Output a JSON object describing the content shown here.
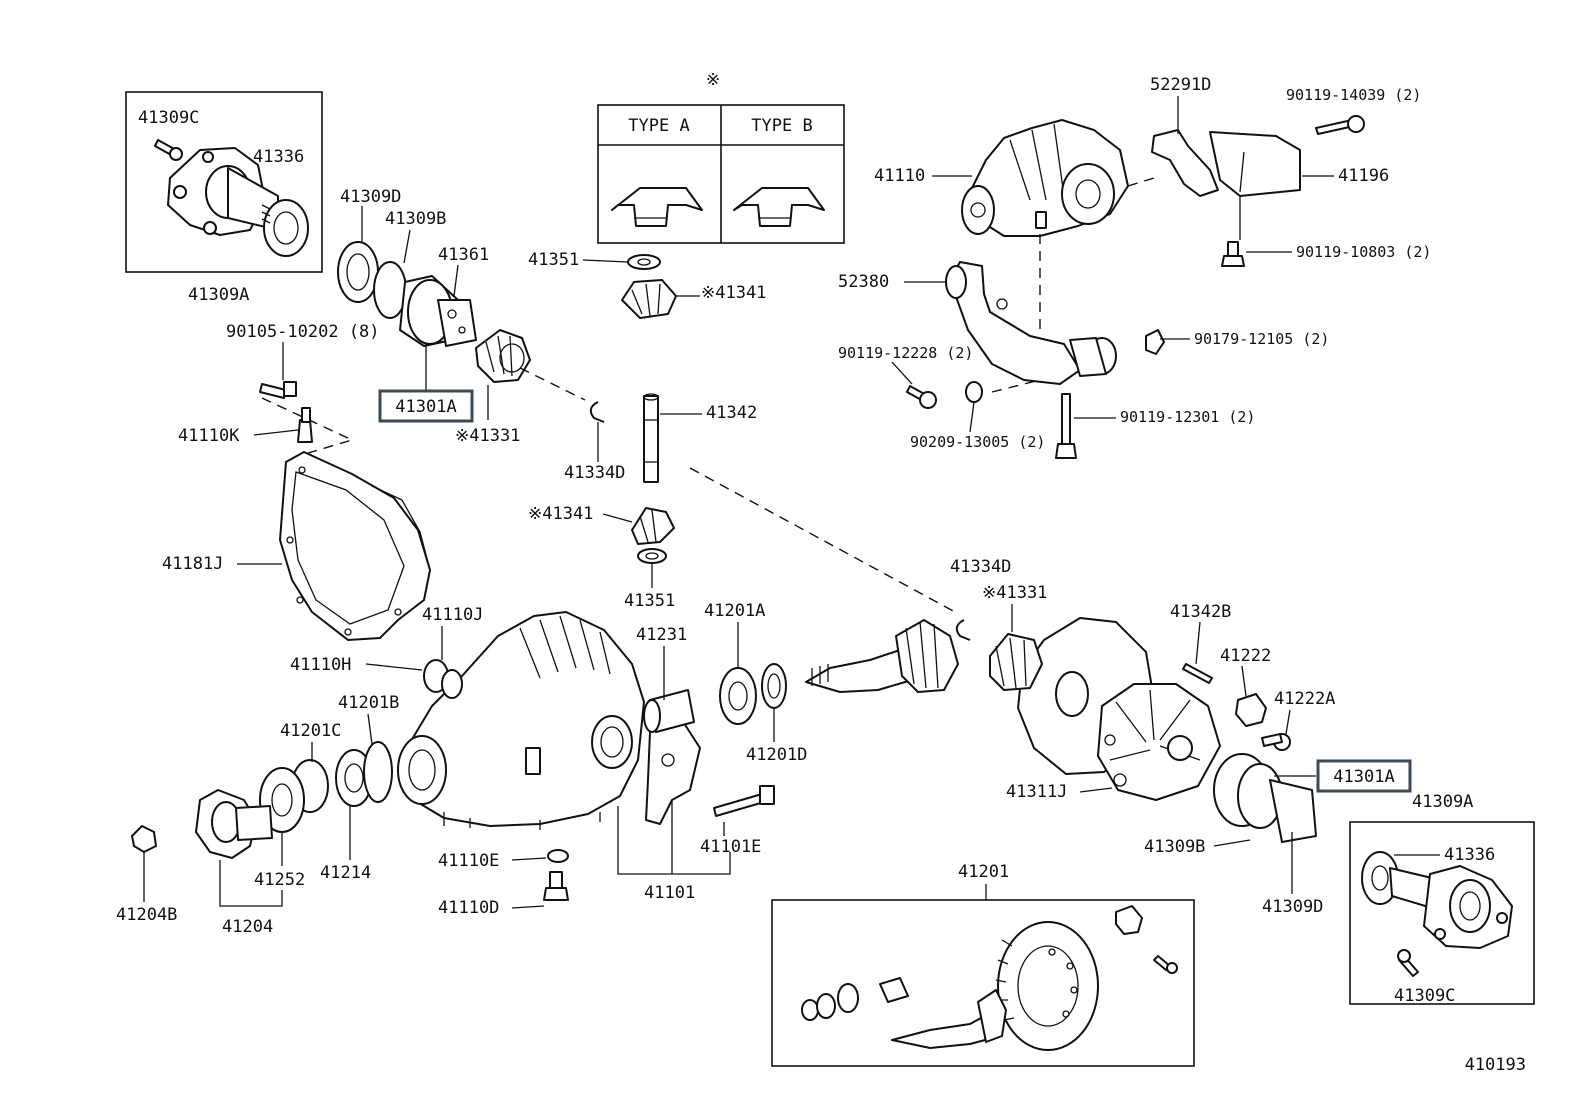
{
  "diagram": {
    "id": "410193",
    "type_box": {
      "marker": "※",
      "type_a": "TYPE A",
      "type_b": "TYPE B"
    },
    "labels": {
      "l_41309C_tl": "41309C",
      "l_41336_tl": "41336",
      "l_41309A_tl": "41309A",
      "l_41309D_tl": "41309D",
      "l_41309B_tl": "41309B",
      "l_41361": "41361",
      "l_41301A_tl": "41301A",
      "l_41331_tl": "※41331",
      "l_90105": "90105-10202 (8)",
      "l_41110K": "41110K",
      "l_41181J": "41181J",
      "l_41351_top": "41351",
      "l_41341_top": "※41341",
      "l_41342": "41342",
      "l_41334D_l": "41334D",
      "l_41341_mid": "※41341",
      "l_41351_mid": "41351",
      "l_52291D": "52291D",
      "l_90119_14039": "90119-14039 (2)",
      "l_41110": "41110",
      "l_41196": "41196",
      "l_90119_10803": "90119-10803 (2)",
      "l_52380": "52380",
      "l_90179": "90179-12105 (2)",
      "l_90119_12228": "90119-12228 (2)",
      "l_90119_12301": "90119-12301 (2)",
      "l_90209": "90209-13005 (2)",
      "l_41110J": "41110J",
      "l_41110H": "41110H",
      "l_41231": "41231",
      "l_41201A": "41201A",
      "l_41201B": "41201B",
      "l_41201C": "41201C",
      "l_41201D": "41201D",
      "l_41334D_r": "41334D",
      "l_41331_r": "※41331",
      "l_41342B": "41342B",
      "l_41222": "41222",
      "l_41222A": "41222A",
      "l_41301A_r": "41301A",
      "l_41311J": "41311J",
      "l_41309A_r": "41309A",
      "l_41309B_r": "41309B",
      "l_41336_r": "41336",
      "l_41309D_r": "41309D",
      "l_41309C_r": "41309C",
      "l_41101E": "41101E",
      "l_41110E": "41110E",
      "l_41110D": "41110D",
      "l_41101": "41101",
      "l_41214": "41214",
      "l_41252": "41252",
      "l_41204": "41204",
      "l_41204B": "41204B",
      "l_41201": "41201",
      "l_diagram_id": "410193"
    }
  }
}
